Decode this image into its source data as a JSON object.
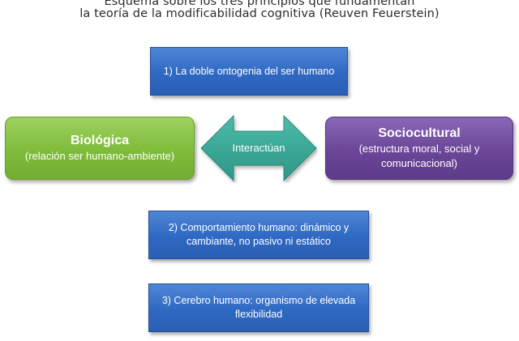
{
  "title": {
    "line1": "Esquema sobre los tres principios que fundamentan",
    "line2": "la teoría de la modificabilidad cognitiva (Reuven Feuerstein)"
  },
  "principles": [
    {
      "text": "1) La doble ontogenia del ser humano"
    },
    {
      "text": "2) Comportamiento humano: dinámico y cambiante, no pasivo ni estático"
    },
    {
      "text": "3) Cerebro humano: organismo de elevada flexibilidad"
    }
  ],
  "biologica": {
    "title": "Biológica",
    "subtitle": "(relación ser humano-ambiente)",
    "color": "#7fbb3b"
  },
  "sociocultural": {
    "title": "Sociocultural",
    "subtitle": "(estructura moral, social y comunicacional)",
    "color": "#6b4597"
  },
  "arrow": {
    "label": "Interactúan",
    "color": "#3aa695"
  },
  "colors": {
    "principle_box": "#2f68c2",
    "title_text": "#2b2b2b"
  }
}
